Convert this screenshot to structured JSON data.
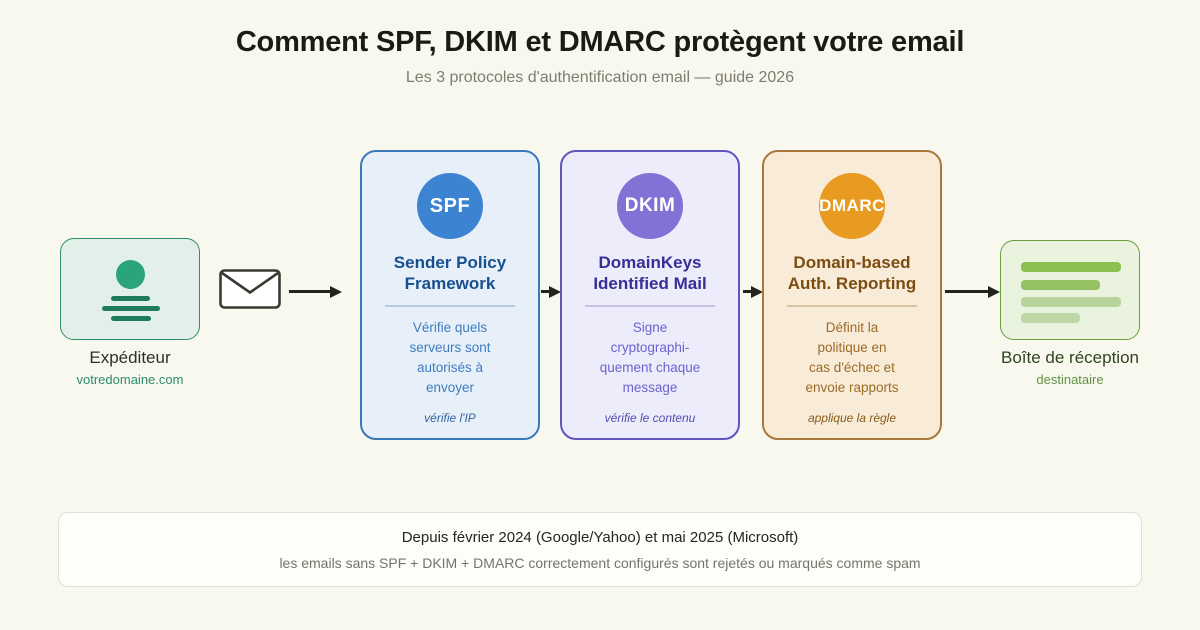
{
  "header": {
    "title": "Comment SPF, DKIM et DMARC protègent votre email",
    "subtitle": "Les 3 protocoles d'authentification email — guide 2026"
  },
  "sender": {
    "label": "Expéditeur",
    "domain": "votredomaine.com",
    "icon": "person-with-lines-icon",
    "colors": {
      "background": "#e3f0e9",
      "border": "#2f8c6c",
      "accent": "#2aa47a"
    }
  },
  "flow_icons": {
    "envelope": "envelope-icon",
    "arrow": "right-arrow-icon"
  },
  "protocols": [
    {
      "badge": "SPF",
      "name_lines": [
        "Sender Policy",
        "Framework"
      ],
      "desc_lines": [
        "Vérifie quels",
        "serveurs sont",
        "autorisés à",
        "envoyer"
      ],
      "note": "vérifie l'IP",
      "colors": {
        "background": "#e7f0f9",
        "border": "#3a79b8",
        "badge": "#3c84d2",
        "title": "#17508e",
        "text": "#3f7cc0"
      }
    },
    {
      "badge": "DKIM",
      "name_lines": [
        "DomainKeys",
        "Identified Mail"
      ],
      "desc_lines": [
        "Signe",
        "cryptographi-",
        "quement chaque",
        "message"
      ],
      "note": "vérifie le contenu",
      "colors": {
        "background": "#edecfa",
        "border": "#6054c0",
        "badge": "#8173d6",
        "title": "#372e96",
        "text": "#6e62ce"
      }
    },
    {
      "badge": "DMARC",
      "name_lines": [
        "Domain-based",
        "Auth. Reporting"
      ],
      "desc_lines": [
        "Définit la",
        "politique en",
        "cas d'échec et",
        "envoie rapports"
      ],
      "note": "applique la règle",
      "colors": {
        "background": "#f8ecd9",
        "border": "#a7773c",
        "badge": "#e99a20",
        "title": "#7c4c10",
        "text": "#9c6b26"
      }
    }
  ],
  "inbox": {
    "label": "Boîte de réception",
    "sublabel": "destinataire",
    "icon": "inbox-list-icon",
    "colors": {
      "background": "#e9f3dd",
      "border": "#68a03e",
      "bars": [
        "#8cc152",
        "#95c163",
        "#b7d49d",
        "#bdd8a6"
      ]
    }
  },
  "footer": {
    "line1": "Depuis février 2024 (Google/Yahoo) et mai 2025 (Microsoft)",
    "line2": "les emails sans SPF + DKIM + DMARC correctement configurés sont rejetés ou marqués comme spam"
  }
}
